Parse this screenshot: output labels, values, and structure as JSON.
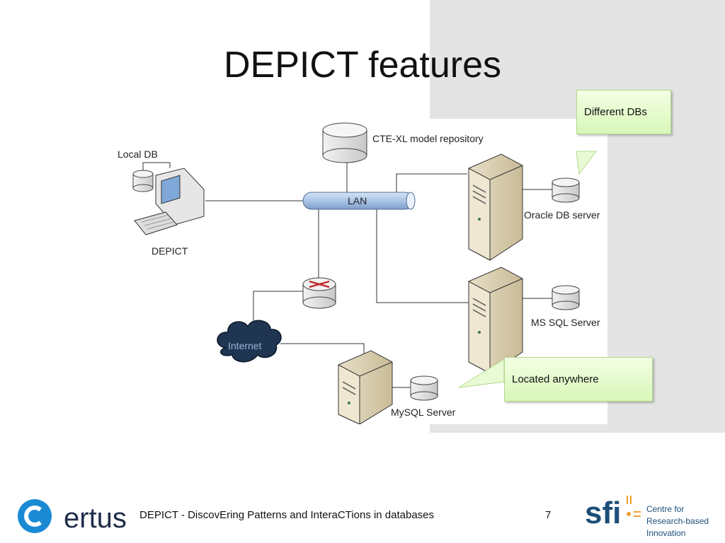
{
  "slide": {
    "title": "DEPICT features"
  },
  "diagram": {
    "nodes": {
      "local_db": "Local DB",
      "depict": "DEPICT",
      "cte_repo": "CTE-XL model repository",
      "lan": "LAN",
      "oracle": "Oracle DB server",
      "mssql": "MS SQL Server",
      "internet": "Internet",
      "mysql": "MySQL Server"
    },
    "callouts": {
      "different_dbs": "Different DBs",
      "located_anywhere": "Located anywhere"
    }
  },
  "footer": {
    "caption": "DEPICT -  DiscovEring Patterns and InteraCTions in databases",
    "page_number": "7",
    "certus_logo": "ertus",
    "sfi_logo_letters": "sfi",
    "sfi_line1": "Centre for",
    "sfi_line2": "Research-based",
    "sfi_line3": "Innovation"
  },
  "colors": {
    "lan_bus": "#a9c4e6",
    "callout_fill": "#d7f7b8",
    "certus_blue": "#1a8ad4",
    "sfi_blue": "#1d4e7a",
    "sfi_orange": "#f0a030"
  }
}
